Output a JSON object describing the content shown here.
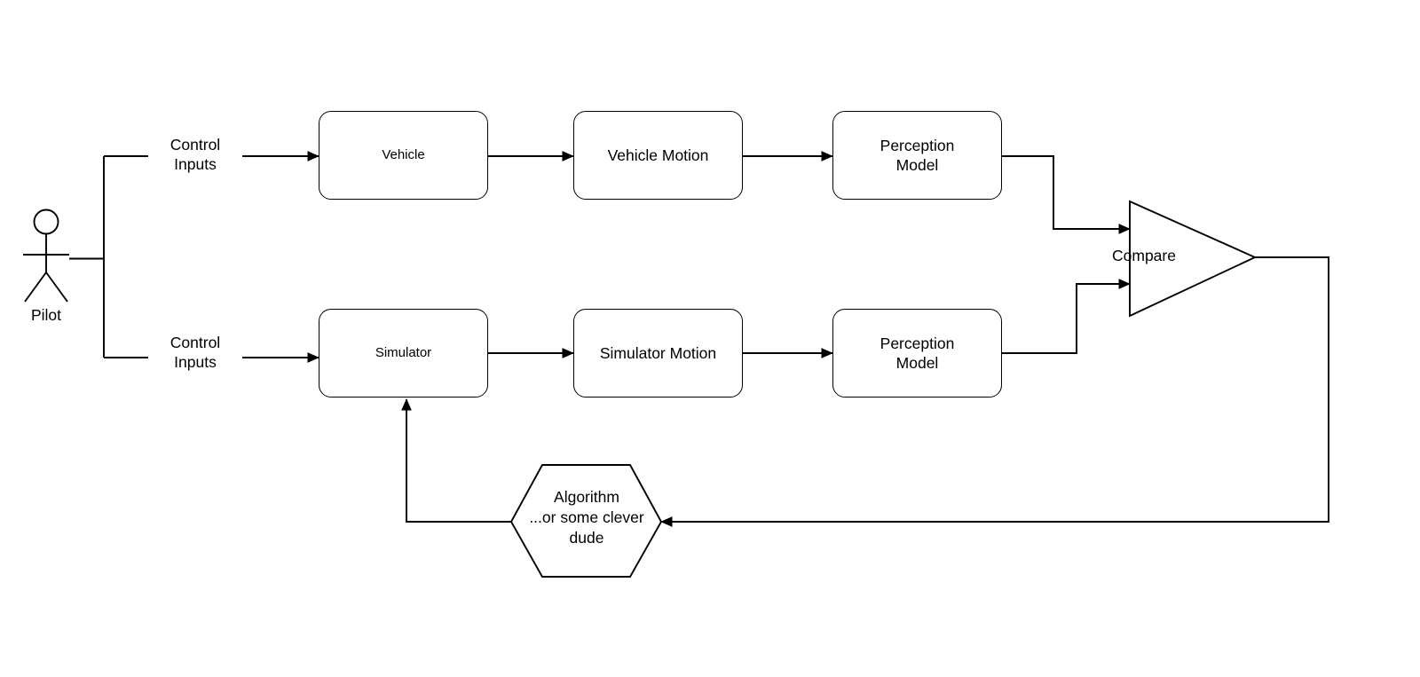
{
  "diagram": {
    "title": "Pilot vehicle versus simulator perception comparison loop",
    "stroke_color": "#000000",
    "background_color": "#ffffff"
  },
  "actor": {
    "name": "pilot",
    "label": "Pilot"
  },
  "edge_labels": {
    "vehicle_control_inputs": "Control\nInputs",
    "vehicle_control_inputs_line1": "Control",
    "vehicle_control_inputs_line2": "Inputs",
    "simulator_control_inputs_line1": "Control",
    "simulator_control_inputs_line2": "Inputs"
  },
  "nodes": {
    "vehicle": {
      "label": "Vehicle",
      "shape": "rounded-rect"
    },
    "vehicle_motion": {
      "label": "Vehicle Motion",
      "shape": "rounded-rect"
    },
    "vehicle_perception_model_line1": "Perception",
    "vehicle_perception_model_line2": "Model",
    "simulator": {
      "label": "Simulator",
      "shape": "rounded-rect"
    },
    "simulator_motion": {
      "label": "Simulator Motion",
      "shape": "rounded-rect"
    },
    "simulator_perception_model_line1": "Perception",
    "simulator_perception_model_line2": "Model",
    "compare": {
      "label": "Compare",
      "shape": "triangle-right"
    },
    "algorithm": {
      "shape": "hexagon",
      "line1": "Algorithm",
      "line2": "...or some clever",
      "line3": "dude"
    }
  }
}
